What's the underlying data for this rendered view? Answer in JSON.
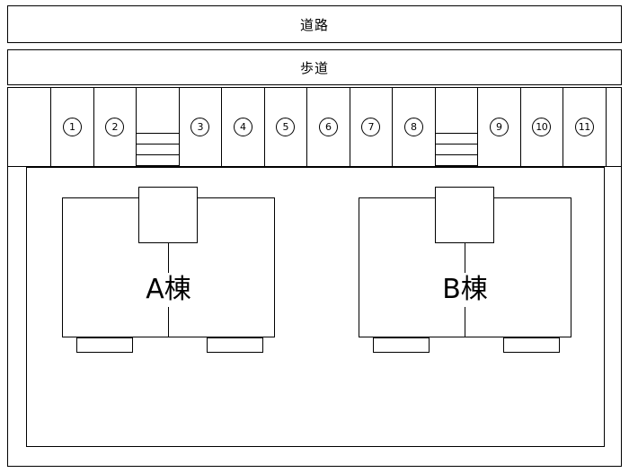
{
  "site_plan": {
    "road_label": "道路",
    "sidewalk_label": "歩道",
    "parking": {
      "stalls": [
        "1",
        "2",
        "3",
        "4",
        "5",
        "6",
        "7",
        "8",
        "9",
        "10",
        "11"
      ],
      "stall_number_style": "circled",
      "hatched_cell_positions": [
        3,
        10
      ]
    },
    "buildings": {
      "a_label": "A棟",
      "b_label": "B棟"
    },
    "colors": {
      "line": "#000000",
      "background": "#ffffff"
    }
  }
}
